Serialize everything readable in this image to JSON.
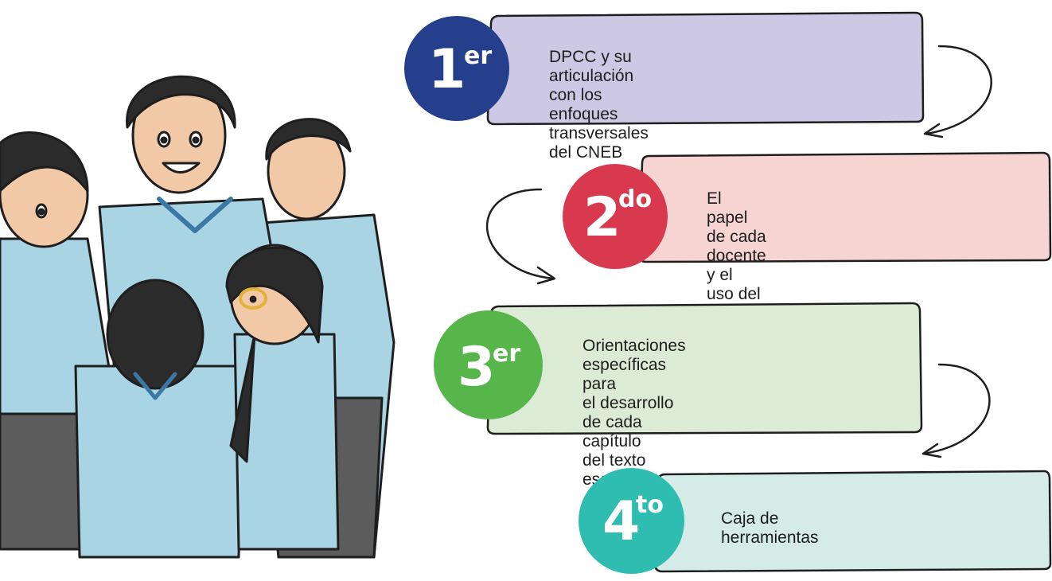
{
  "steps": [
    {
      "number": "1",
      "suffix": "er",
      "lines": [
        "DPCC y su articulación con los",
        "enfoques transversales del CNEB"
      ],
      "badge_color": "#263f8d",
      "card_color": "#cdc9e4"
    },
    {
      "number": "2",
      "suffix": "do",
      "lines": [
        "El papel de cada docente y el",
        "uso del texto escolar de DPCC"
      ],
      "badge_color": "#d9394f",
      "card_color": "#f5d4d1"
    },
    {
      "number": "3",
      "suffix": "er",
      "lines": [
        "Orientaciones específicas para",
        "el desarrollo de cada capítulo",
        "del texto escolar"
      ],
      "badge_color": "#56b64a",
      "card_color": "#dcebd5"
    },
    {
      "number": "4",
      "suffix": "to",
      "lines": [
        "Caja de herramientas"
      ],
      "badge_color": "#2fbcb1",
      "card_color": "#d4ebe7"
    }
  ],
  "colors": {
    "outline": "#1e1e1e",
    "shirt": "#a9d4e3",
    "collar": "#3c78a6",
    "skirt": "#5c5c5c",
    "hair": "#2b2b2b",
    "skin": "#f1c9a7"
  }
}
